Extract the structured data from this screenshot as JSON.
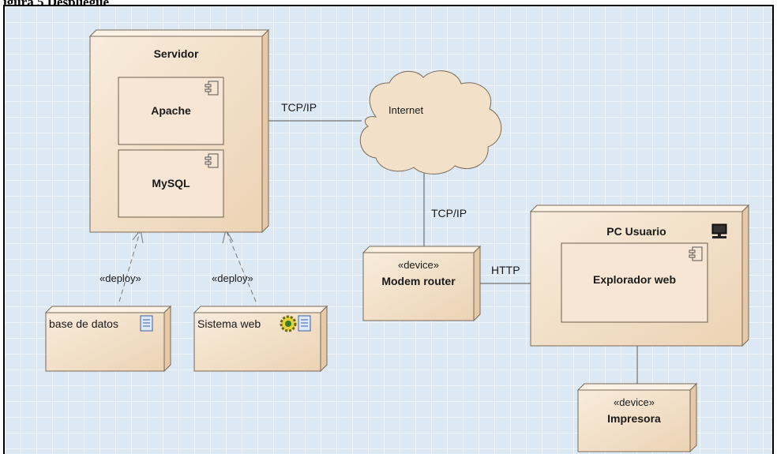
{
  "caption": "igura 5 Despliegue",
  "nodes": {
    "servidor": {
      "name": "Servidor"
    },
    "apache": {
      "name": "Apache"
    },
    "mysql": {
      "name": "MySQL"
    },
    "internet": {
      "name": "Internet"
    },
    "modem": {
      "stereotype": "«device»",
      "name": "Modem router"
    },
    "pc": {
      "name": "PC Usuario"
    },
    "explorador": {
      "name": "Explorador web"
    },
    "impresora": {
      "stereotype": "«device»",
      "name": "Impresora"
    },
    "base_datos": {
      "name": "base de datos"
    },
    "sistema_web": {
      "name": "Sistema web"
    }
  },
  "connections": {
    "servidor_internet": "TCP/IP",
    "internet_modem": "TCP/IP",
    "modem_pc": "HTTP",
    "deploy_base": "«deploy»",
    "deploy_sistema": "«deploy»"
  },
  "icons": {
    "component": "component-icon",
    "computer": "computer-icon",
    "document": "document-icon",
    "gear": "gear-icon"
  },
  "colors": {
    "node_fill": "#f4e2cc",
    "node_side": "#e6c9a6",
    "node_border": "#7a6a58",
    "background": "#dce8f3"
  }
}
